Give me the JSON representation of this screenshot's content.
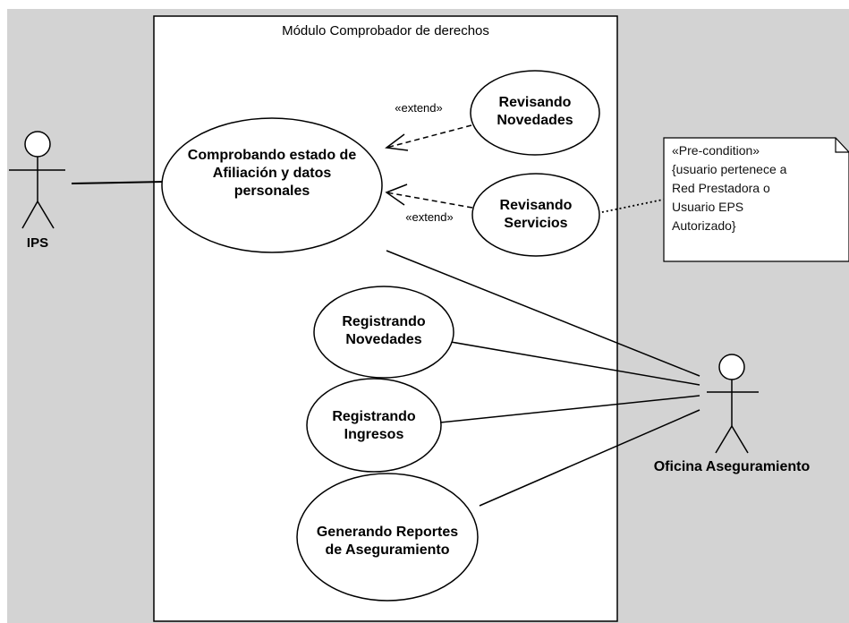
{
  "system": {
    "title": "Módulo Comprobador de derechos"
  },
  "actors": {
    "ips": "IPS",
    "oficina": "Oficina Aseguramiento"
  },
  "use_cases": {
    "comprobando": [
      "Comprobando estado de",
      "Afiliación y datos",
      "personales"
    ],
    "revisando_novedades": [
      "Revisando",
      "Novedades"
    ],
    "revisando_servicios": [
      "Revisando",
      "Servicios"
    ],
    "registrando_novedades": [
      "Registrando",
      "Novedades"
    ],
    "registrando_ingresos": [
      "Registrando",
      "Ingresos"
    ],
    "generando_reportes": [
      "Generando Reportes",
      "de Aseguramiento"
    ]
  },
  "relations": {
    "extend_1": "«extend»",
    "extend_2": "«extend»"
  },
  "note": {
    "lines": [
      "«Pre-condition»",
      "{usuario pertenece a",
      "Red Prestadora o",
      "Usuario EPS",
      "Autorizado}"
    ]
  }
}
